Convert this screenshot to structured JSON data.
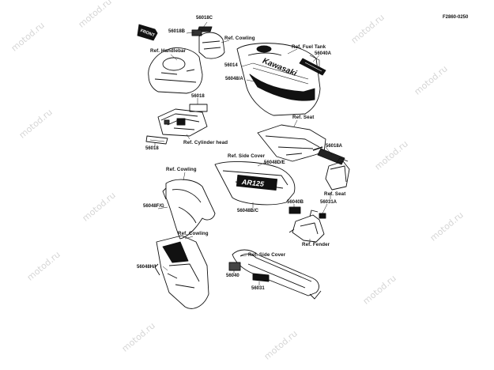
{
  "diagram": {
    "figure_code": "F2860-0250",
    "watermark": "motod.ru",
    "parts": {
      "p56018C": "56018C",
      "p56018B": "56018B",
      "p56018_upper": "56018",
      "p56018_lower": "56018",
      "p56014": "56014",
      "p56048A": "56048/A",
      "p56040A": "56040A",
      "p56018A": "56018A",
      "p56048DE": "56048D/E",
      "p56048FG": "56048F/G",
      "p56048BC": "56048B/C",
      "p56040B": "56040B",
      "p56031A": "56031A",
      "p56048HI": "56048H/I",
      "p56040": "56040",
      "p56031": "56031"
    },
    "refs": {
      "cowling_top": "Ref. Cowling",
      "handlebar": "Ref. Handlebar",
      "fuel_tank": "Ref. Fuel Tank",
      "seat_top": "Ref. Seat",
      "cylinder_head": "Ref. Cylinder head",
      "side_cover_top": "Ref. Side Cover",
      "cowling_mid": "Ref. Cowling",
      "seat_right": "Ref. Seat",
      "cowling_bottom": "Ref. Cowling",
      "fender": "Ref. Fender",
      "side_cover_bottom": "Ref. Side Cover"
    },
    "decals": {
      "front": "FRONT",
      "kawasaki": "Kawasaki",
      "model": "AR125"
    }
  }
}
